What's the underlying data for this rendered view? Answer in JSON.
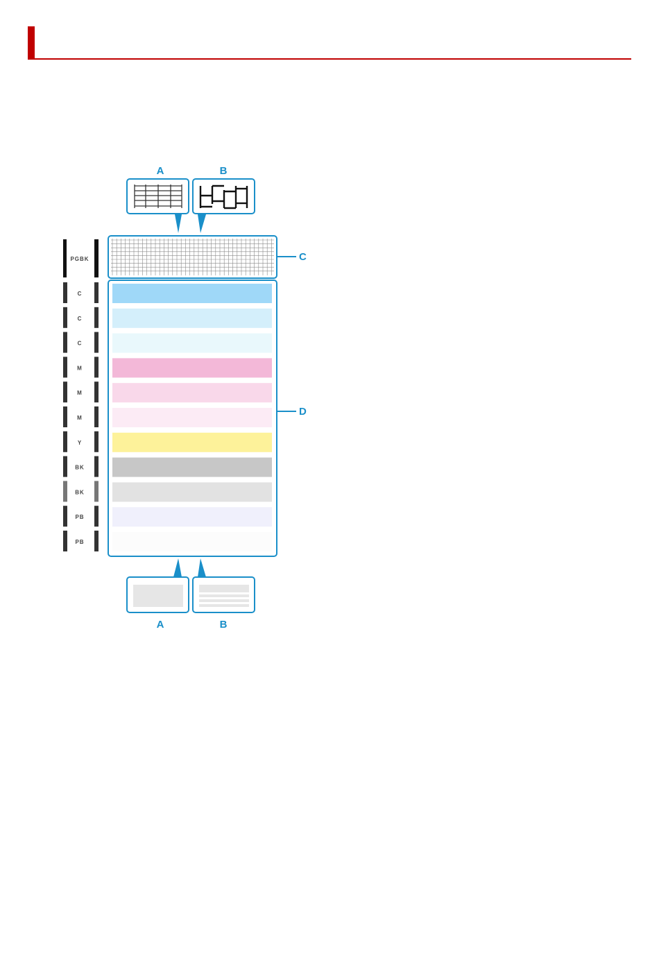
{
  "header": {
    "accent_color": "#c00000"
  },
  "callouts": {
    "top_a": "A",
    "top_b": "B",
    "bottom_a": "A",
    "bottom_b": "B",
    "side_c": "C",
    "side_d": "D"
  },
  "pattern": {
    "grid_label": "PGBK",
    "rows": [
      {
        "label": "C",
        "color": "#9fd8f8"
      },
      {
        "label": "C",
        "color": "#d4effb"
      },
      {
        "label": "C",
        "color": "#e9f8fc"
      },
      {
        "label": "M",
        "color": "#f3b8d8"
      },
      {
        "label": "M",
        "color": "#f9d8ea"
      },
      {
        "label": "M",
        "color": "#fcebf5"
      },
      {
        "label": "Y",
        "color": "#fdf29a"
      },
      {
        "label": "BK",
        "color": "#c7c7c7"
      },
      {
        "label": "BK",
        "color": "#e2e2e2"
      },
      {
        "label": "PB",
        "color": "#f0f0fc"
      },
      {
        "label": "PB",
        "color": "#fcfcfc"
      }
    ]
  },
  "colors": {
    "callout": "#1a8fc9"
  }
}
